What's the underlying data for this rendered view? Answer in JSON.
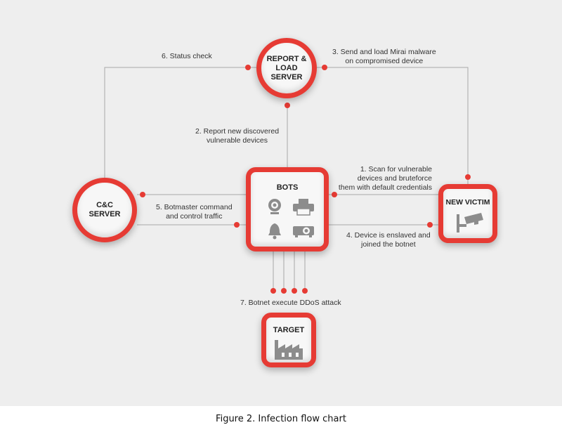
{
  "nodes": {
    "report_server": "REPORT &\nLOAD SERVER",
    "cnc_server": "C&C\nSERVER",
    "bots": "BOTS",
    "new_victim": "NEW VICTIM",
    "target": "TARGET"
  },
  "steps": {
    "step1": "1. Scan for vulnerable\ndevices and bruteforce\nthem with default credentials",
    "step2": "2. Report new discovered\nvulnerable devices",
    "step3": "3. Send and load Mirai malware\non compromised device",
    "step4": "4. Device is enslaved and\njoined the botnet",
    "step5": "5. Botmaster command\nand control traffic",
    "step6": "6. Status check",
    "step7": "7. Botnet execute DDoS attack"
  },
  "icons": [
    "webcam-icon",
    "printer-icon",
    "bell-icon",
    "projector-icon",
    "security-camera-icon",
    "factory-icon"
  ],
  "colors": {
    "accent": "#e63b34",
    "line": "#a8a8a8",
    "icon": "#8c8c8c"
  },
  "caption": "Figure 2. Infection flow chart"
}
